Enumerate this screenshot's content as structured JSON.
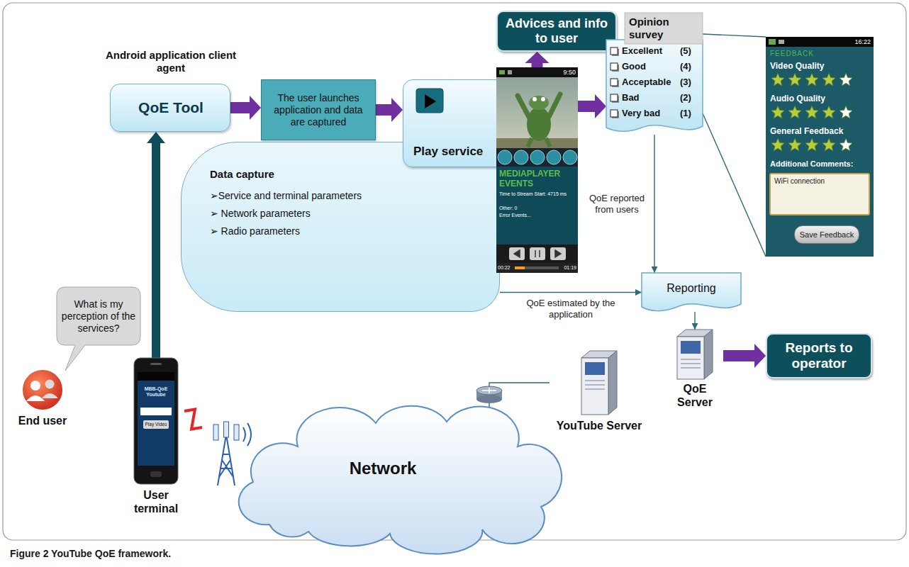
{
  "diagram": {
    "caption": "Figure 2 YouTube QoE framework.",
    "nodes": [
      {
        "text": [
          "Android application client agent",
          "QoE Tool"
        ]
      },
      {
        "text": [
          "The user launches application and data are captured"
        ]
      },
      {
        "text": [
          "Data capture",
          "➢Service and terminal parameters",
          "➢ Network parameters",
          "➢ Radio parameters"
        ]
      },
      {
        "text": [
          "Play service"
        ]
      },
      {
        "text": [
          "9:50",
          "MEDIAPLAYER EVENTS",
          "Time to Stream Start: 4715 ms",
          "Other: 0",
          "Error Events...",
          "00:22",
          "01:19"
        ]
      },
      {
        "text": [
          "Advices and info to user"
        ]
      },
      {
        "text": [
          "Opinion survey",
          "Excellent",
          "(5)",
          "Good",
          "(4)",
          "Acceptable",
          "(3)",
          "Bad",
          "(2)",
          "Very bad",
          "(1)"
        ]
      },
      {
        "text": [
          "16:22",
          "FEEDBACK",
          "Video Quality",
          "Audio Quality",
          "General Feedback",
          "Additional Comments:"
        ]
      },
      {
        "text": [
          "WiFi connection"
        ],
        "in": 7
      },
      {
        "text": [
          "Save Feedback"
        ],
        "in": 7
      },
      {
        "text": [
          "Reporting"
        ]
      },
      {
        "text": [
          "QoE Server"
        ]
      },
      {
        "text": [
          "Reports to operator"
        ]
      },
      {
        "text": [
          "What is my perception of the services?"
        ]
      },
      {
        "text": [
          "End user"
        ]
      },
      {
        "text": [
          "MBB-QoE Youtube",
          "Play Video",
          "User terminal"
        ]
      },
      {
        "text": [
          "Network"
        ]
      },
      {
        "text": [
          "YouTube Server"
        ]
      }
    ],
    "edges": [
      {
        "from": 15,
        "to": 0,
        "arrow": "to"
      },
      {
        "from": 0,
        "to": 1,
        "arrow": "to"
      },
      {
        "from": 1,
        "to": 3,
        "arrow": "to"
      },
      {
        "from": 4,
        "to": 5,
        "arrow": "to"
      },
      {
        "from": 4,
        "to": 6,
        "arrow": "to"
      },
      {
        "from": 6,
        "to": 7,
        "arrow": "none"
      },
      {
        "from": 6,
        "to": 10,
        "label": "QoE reported from users",
        "arrow": "to"
      },
      {
        "from": 2,
        "to": 10,
        "label": "QoE estimated by the application",
        "arrow": "to"
      },
      {
        "from": 10,
        "to": 11,
        "arrow": "to"
      },
      {
        "from": 11,
        "to": 12,
        "arrow": "to"
      },
      {
        "from": 15,
        "to": 16,
        "arrow": "none"
      },
      {
        "from": 16,
        "to": 17,
        "arrow": "none"
      }
    ]
  }
}
